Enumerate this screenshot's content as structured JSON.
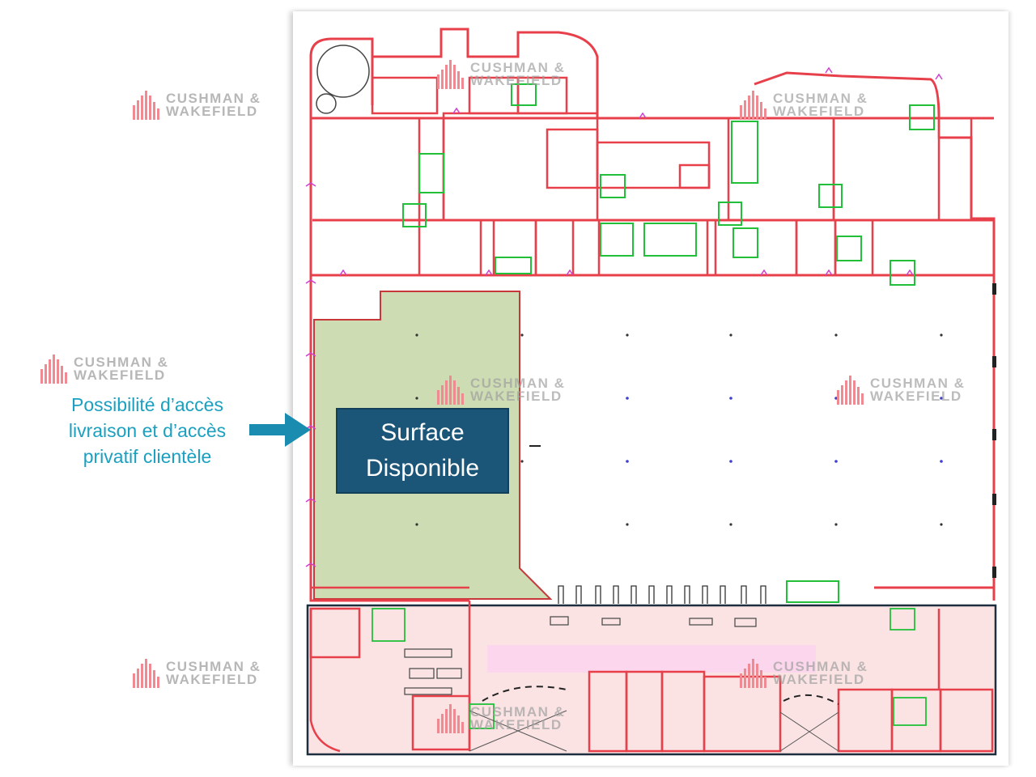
{
  "watermark": {
    "line1": "CUSHMAN &",
    "line2": "WAKEFIELD",
    "bar_color": "#f08a92"
  },
  "annotation": {
    "lines": [
      "Possibilité d’accès",
      "livraison et d’accès",
      "privatif clientèle"
    ],
    "color": "#1aa0c0"
  },
  "label": {
    "line1": "Surface",
    "line2": "Disponible",
    "background": "#1b5577"
  },
  "colors": {
    "walls": "#e8404a",
    "partitions": "#22c03a",
    "doors": "#d040d0",
    "available_area": "#cddcb3",
    "lower_zone": "#fbe3e3",
    "frame": "#1d2f3e"
  }
}
